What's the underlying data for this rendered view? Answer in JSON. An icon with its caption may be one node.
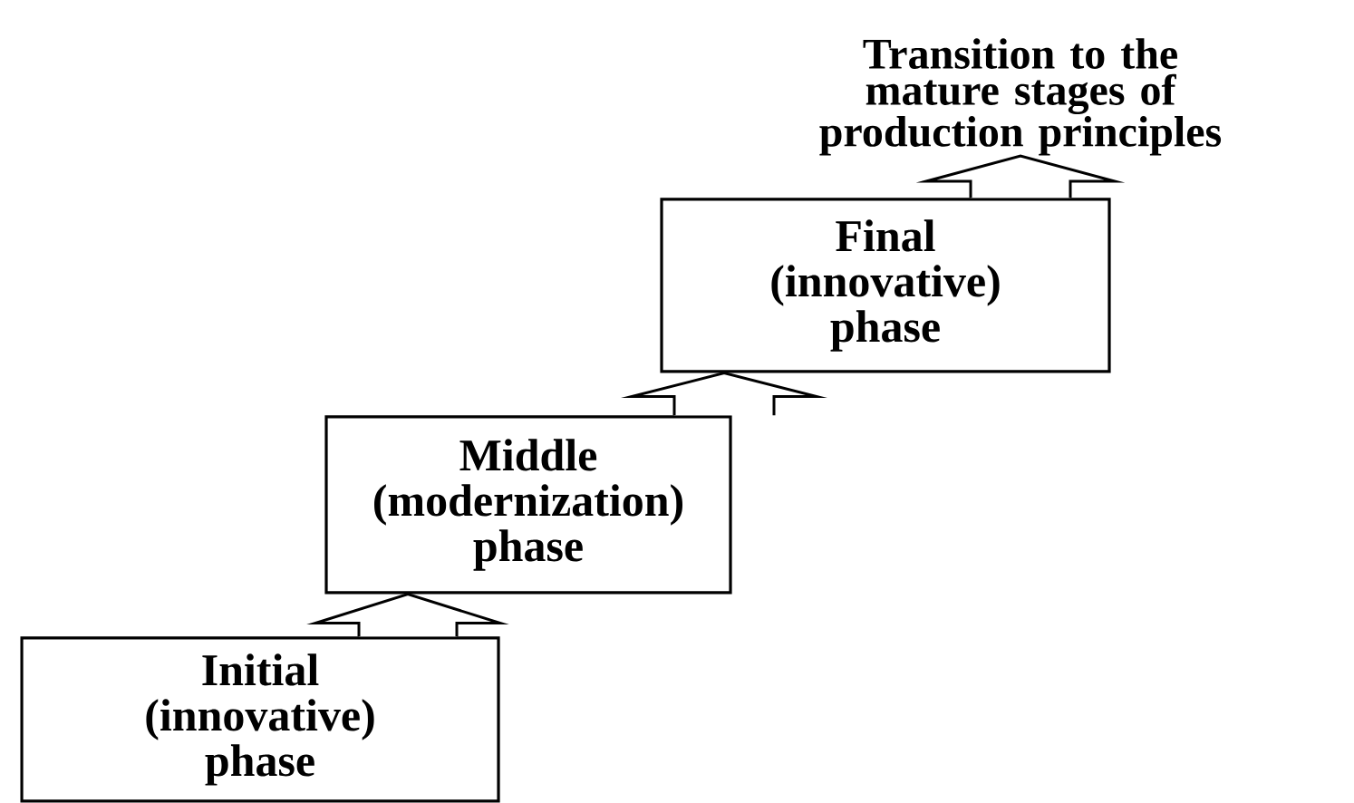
{
  "diagram": {
    "nodes": [
      {
        "text": [
          "Initial (innovative) phase"
        ]
      },
      {
        "text": [
          "Middle (modernization) phase"
        ]
      },
      {
        "text": [
          "Final (innovative) phase"
        ]
      },
      {
        "text": [
          "Transition to the mature stages of production principles"
        ]
      }
    ],
    "edges": [
      {
        "from": 0,
        "to": 1,
        "arrow": "to"
      },
      {
        "from": 1,
        "to": 2,
        "arrow": "to"
      },
      {
        "from": 2,
        "to": 3,
        "arrow": "to"
      }
    ]
  }
}
